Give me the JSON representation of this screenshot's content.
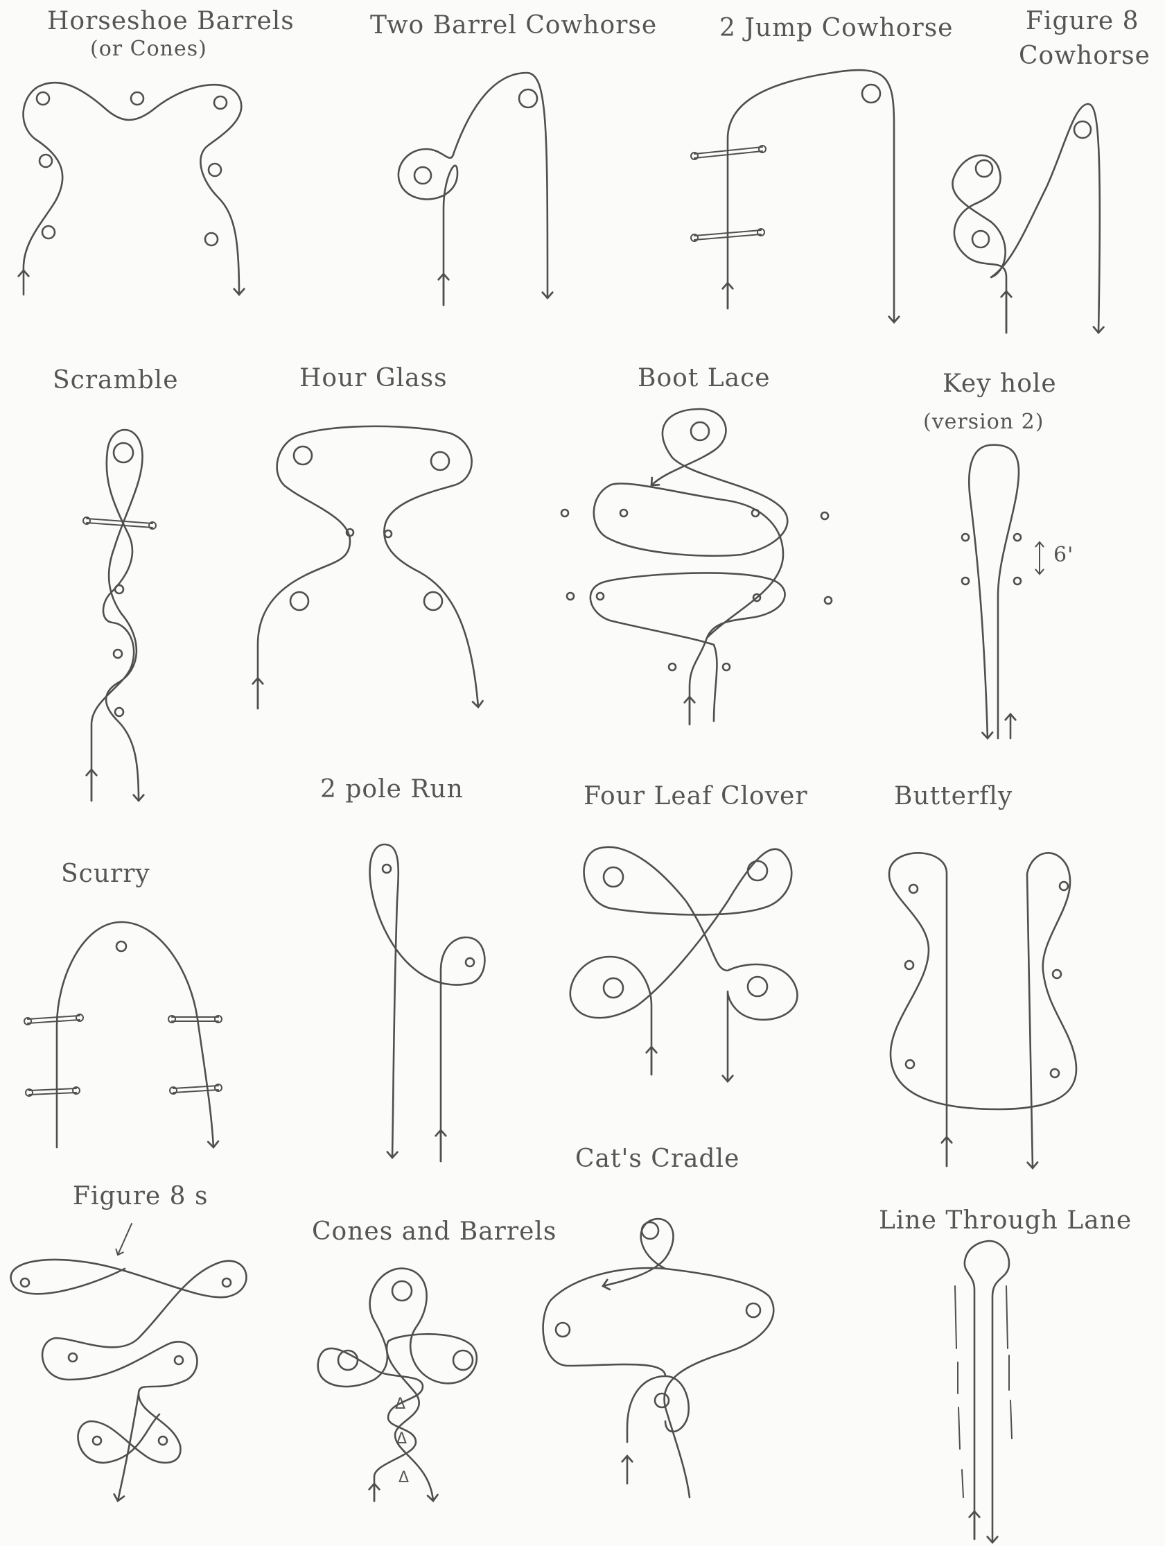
{
  "page": {
    "background": "#fbfbfa",
    "ink": "#4f4f4f"
  },
  "titles": {
    "horseshoe": [
      "Horseshoe Barrels",
      "(or Cones)"
    ],
    "two_barrel": "Two Barrel Cowhorse",
    "two_jump": "2 Jump Cowhorse",
    "figure8_cowhorse": [
      "Figure 8",
      "Cowhorse"
    ],
    "scramble": "Scramble",
    "hour_glass": "Hour Glass",
    "boot_lace": "Boot Lace",
    "keyhole": [
      "Key hole",
      "(version 2)"
    ],
    "keyhole_distance": "6'",
    "two_pole": "2 pole Run",
    "four_leaf": "Four Leaf Clover",
    "butterfly": "Butterfly",
    "scurry": "Scurry",
    "figure8s": "Figure 8 s",
    "cones_barrels": "Cones and Barrels",
    "cones_symbol": "Δ",
    "cats_cradle": "Cat's Cradle",
    "line_through": "Line Through Lane"
  }
}
